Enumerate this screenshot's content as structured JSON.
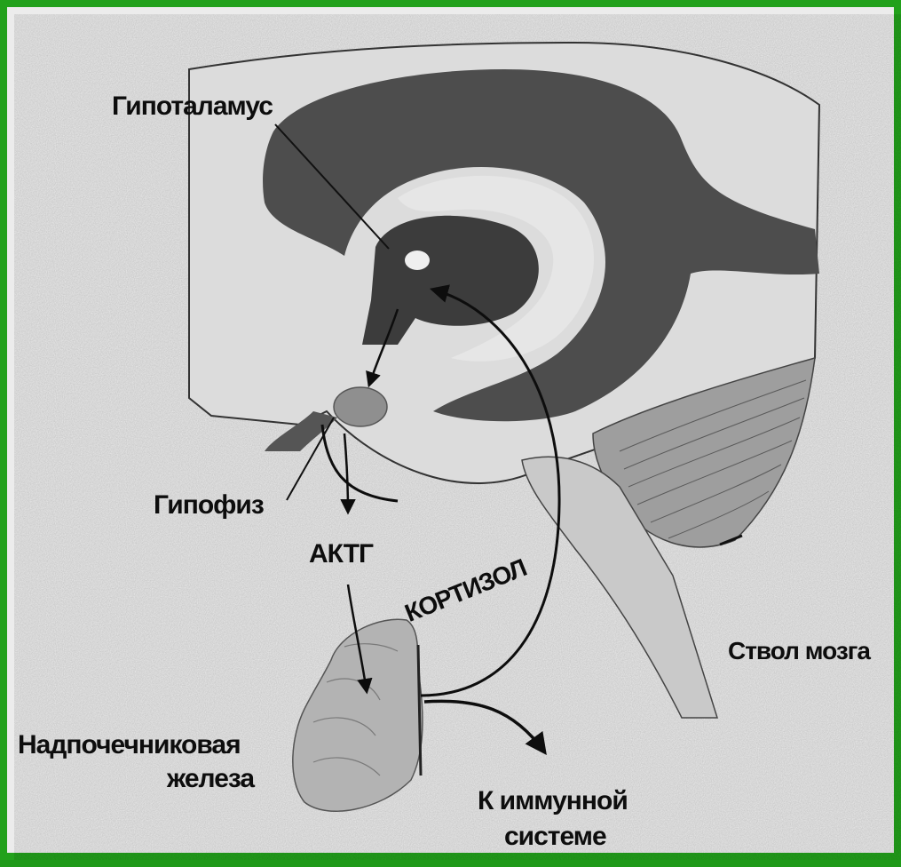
{
  "labels": {
    "hypothalamus": "Гипоталамус",
    "pituitary": "Гипофиз",
    "acth": "АКТГ",
    "cortisol": "КОРТИЗОЛ",
    "brainstem": "Ствол мозга",
    "adrenal_line1": "Надпочечниковая",
    "adrenal_line2": "железа",
    "immune_line1": "К иммунной",
    "immune_line2": "системе"
  },
  "colors": {
    "border": "#22a11b",
    "paper": "#ececec",
    "dark_tissue": "#4d4d4d",
    "mid_tissue": "#8a8a8a",
    "light_tissue": "#bdbdbd",
    "ink": "#0d0d0d"
  }
}
